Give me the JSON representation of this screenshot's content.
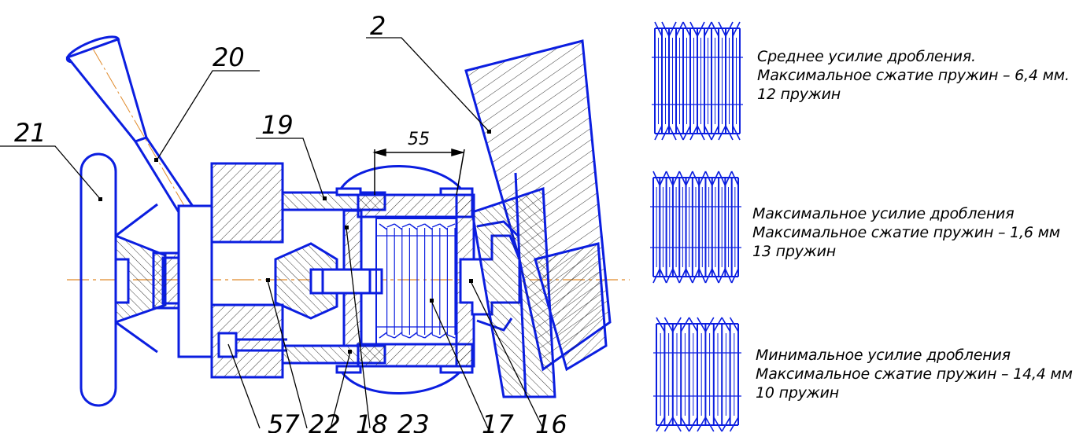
{
  "callouts": {
    "c2": "2",
    "c20": "20",
    "c21": "21",
    "c19": "19",
    "c57": "57",
    "c22": "22",
    "c18": "18",
    "c23": "23",
    "c17": "17",
    "c16": "16"
  },
  "dimension": "55",
  "notes": [
    {
      "line1": "Среднее усилие дробления.",
      "line2": "Максимальное сжатие пружин – 6,4 мм.",
      "line3": "12 пружин"
    },
    {
      "line1": "Максимальное усилие дробления",
      "line2": "Максимальное сжатие пружин – 1,6 мм",
      "line3": "13 пружин"
    },
    {
      "line1": "Минимальное усилие дробления",
      "line2": "Максимальное сжатие пружин – 14,4 мм",
      "line3": "10 пружин"
    }
  ],
  "colors": {
    "outline": "#0b1ee0",
    "hatch": "#1a1a1a",
    "axis": "#e08a2a",
    "leader": "#000000"
  }
}
